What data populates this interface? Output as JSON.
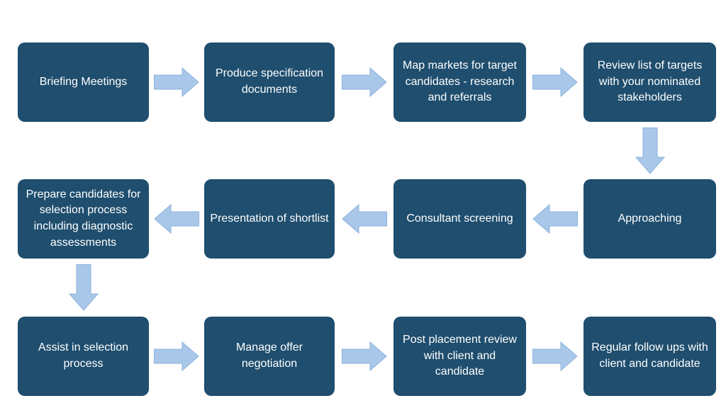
{
  "colors": {
    "background": "#ffffff",
    "box_fill": "#1f4e6e",
    "box_text": "#ffffff",
    "arrow_fill": "#a9c7e8",
    "arrow_border": "#8ab2dc"
  },
  "flowchart": {
    "type": "process-flow",
    "rows": [
      {
        "direction": "right",
        "boxes": [
          {
            "label": "Briefing Meetings"
          },
          {
            "label": "Produce specification documents"
          },
          {
            "label": "Map  markets for target candidates - research and referrals"
          },
          {
            "label": "Review list of targets with your nominated stakeholders"
          }
        ]
      },
      {
        "direction": "left",
        "boxes": [
          {
            "label": "Prepare candidates for selection process including diagnostic assessments"
          },
          {
            "label": "Presentation of shortlist"
          },
          {
            "label": "Consultant screening"
          },
          {
            "label": "Approaching"
          }
        ]
      },
      {
        "direction": "right",
        "boxes": [
          {
            "label": "Assist in selection process"
          },
          {
            "label": "Manage offer negotiation"
          },
          {
            "label": "Post placement review with client and candidate"
          },
          {
            "label": "Regular follow ups with client and candidate"
          }
        ]
      }
    ]
  }
}
